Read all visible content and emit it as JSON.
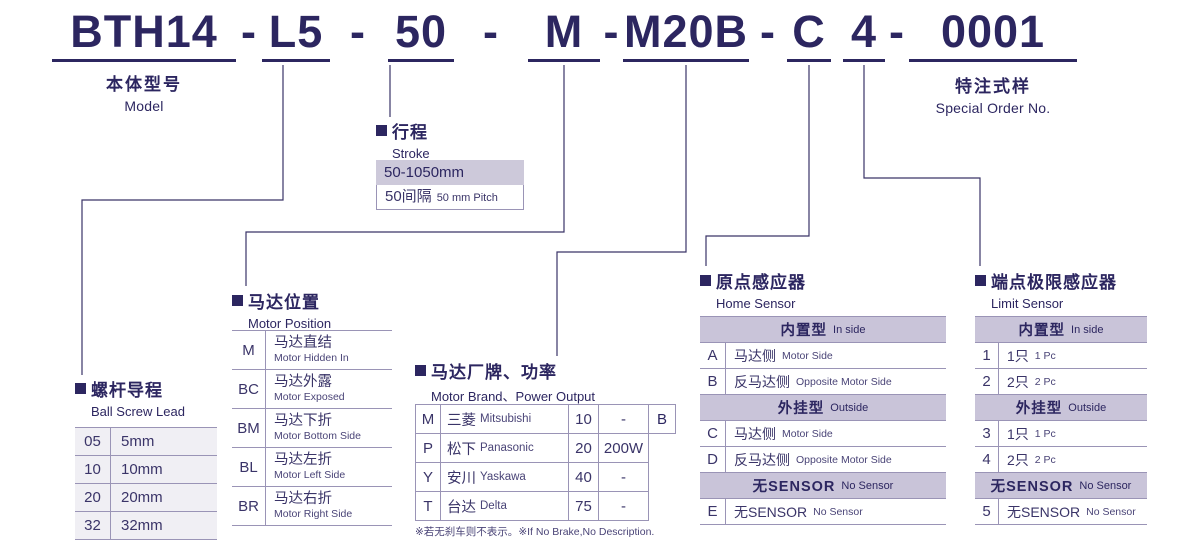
{
  "model_code": {
    "segments": [
      "BTH14",
      "L5",
      "50",
      "M",
      "M20B",
      "C",
      "4",
      "0001"
    ],
    "separator": "-"
  },
  "callouts": {
    "model": {
      "zh": "本体型号",
      "en": "Model"
    },
    "special_order": {
      "zh": "特注式样",
      "en": "Special Order No."
    }
  },
  "ball_screw_lead": {
    "title_zh": "螺杆导程",
    "title_en": "Ball Screw Lead",
    "rows": [
      {
        "code": "05",
        "value": "5mm"
      },
      {
        "code": "10",
        "value": "10mm"
      },
      {
        "code": "20",
        "value": "20mm"
      },
      {
        "code": "32",
        "value": "32mm"
      }
    ]
  },
  "stroke": {
    "title_zh": "行程",
    "title_en": "Stroke",
    "range": "50-1050mm",
    "pitch_zh": "50间隔",
    "pitch_en": "50 mm Pitch"
  },
  "motor_position": {
    "title_zh": "马达位置",
    "title_en": "Motor Position",
    "rows": [
      {
        "code": "M",
        "zh": "马达直结",
        "en": "Motor Hidden In"
      },
      {
        "code": "BC",
        "zh": "马达外露",
        "en": "Motor Exposed"
      },
      {
        "code": "BM",
        "zh": "马达下折",
        "en": "Motor Bottom Side"
      },
      {
        "code": "BL",
        "zh": "马达左折",
        "en": "Motor Left Side"
      },
      {
        "code": "BR",
        "zh": "马达右折",
        "en": "Motor Right Side"
      }
    ]
  },
  "motor_brand": {
    "title_zh": "马达厂牌、功率",
    "title_en": "Motor Brand、Power Output",
    "rows": [
      {
        "code": "M",
        "brand_zh": "三菱",
        "brand_en": "Mitsubishi",
        "power_code": "10",
        "power": "-",
        "brake": "B"
      },
      {
        "code": "P",
        "brand_zh": "松下",
        "brand_en": "Panasonic",
        "power_code": "20",
        "power": "200W",
        "brake": ""
      },
      {
        "code": "Y",
        "brand_zh": "安川",
        "brand_en": "Yaskawa",
        "power_code": "40",
        "power": "-",
        "brake": ""
      },
      {
        "code": "T",
        "brand_zh": "台达",
        "brand_en": "Delta",
        "power_code": "75",
        "power": "-",
        "brake": ""
      }
    ],
    "note_zh": "※若无刹车则不表示。",
    "note_en": "※If No Brake,No Description."
  },
  "home_sensor": {
    "title_zh": "原点感应器",
    "title_en": "Home Sensor",
    "rows": [
      {
        "type": "header",
        "zh": "内置型",
        "en": "In side"
      },
      {
        "type": "item",
        "code": "A",
        "zh": "马达侧",
        "en": "Motor Side"
      },
      {
        "type": "item",
        "code": "B",
        "zh": "反马达侧",
        "en": "Opposite Motor Side"
      },
      {
        "type": "header",
        "zh": "外挂型",
        "en": "Outside"
      },
      {
        "type": "item",
        "code": "C",
        "zh": "马达侧",
        "en": "Motor Side"
      },
      {
        "type": "item",
        "code": "D",
        "zh": "反马达侧",
        "en": "Opposite Motor Side"
      },
      {
        "type": "header",
        "zh": "无SENSOR",
        "en": "No Sensor"
      },
      {
        "type": "item",
        "code": "E",
        "zh": "无SENSOR",
        "en": "No Sensor"
      }
    ]
  },
  "limit_sensor": {
    "title_zh": "端点极限感应器",
    "title_en": "Limit Sensor",
    "rows": [
      {
        "type": "header",
        "zh": "内置型",
        "en": "In side"
      },
      {
        "type": "item",
        "code": "1",
        "zh": "1只",
        "en": "1 Pc"
      },
      {
        "type": "item",
        "code": "2",
        "zh": "2只",
        "en": "2 Pc"
      },
      {
        "type": "header",
        "zh": "外挂型",
        "en": "Outside"
      },
      {
        "type": "item",
        "code": "3",
        "zh": "1只",
        "en": "1 Pc"
      },
      {
        "type": "item",
        "code": "4",
        "zh": "2只",
        "en": "2 Pc"
      },
      {
        "type": "header",
        "zh": "无SENSOR",
        "en": "No Sensor"
      },
      {
        "type": "item",
        "code": "5",
        "zh": "无SENSOR",
        "en": "No Sensor"
      }
    ]
  }
}
